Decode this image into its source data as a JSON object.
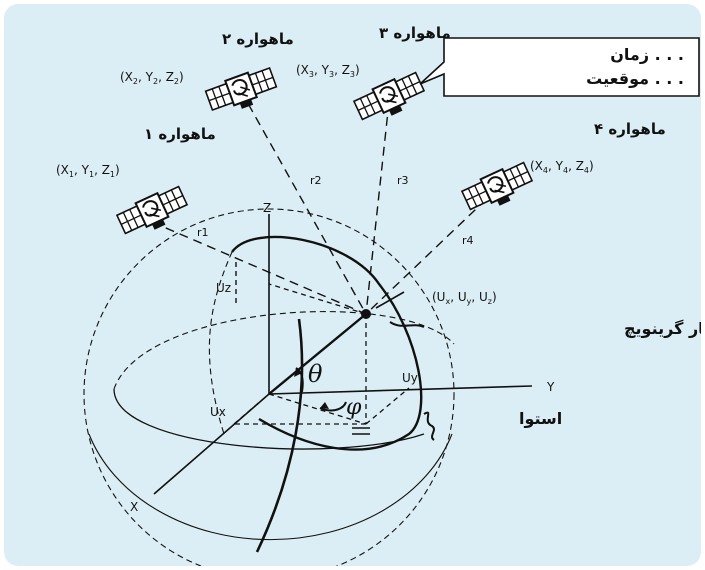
{
  "colors": {
    "background": "#dceef5",
    "ink": "#111111",
    "callout_fill": "#ffffff"
  },
  "satellites": [
    {
      "name": "ماهواره ۱",
      "coords": "(X1, Y1, Z1)",
      "x_sub": "1",
      "y_sub": "1",
      "z_sub": "1",
      "range": "r1",
      "icon": "satellite-icon"
    },
    {
      "name": "ماهواره ۲",
      "coords": "(X2, Y2, Z2)",
      "x_sub": "2",
      "y_sub": "2",
      "z_sub": "2",
      "range": "r2",
      "icon": "satellite-icon"
    },
    {
      "name": "ماهواره ۳",
      "coords": "(X3, Y3, Z3)",
      "x_sub": "3",
      "y_sub": "3",
      "z_sub": "3",
      "range": "r3",
      "icon": "satellite-icon"
    },
    {
      "name": "ماهواره ۴",
      "coords": "(X4, Y4, Z4)",
      "x_sub": "4",
      "y_sub": "4",
      "z_sub": "4",
      "range": "r4",
      "icon": "satellite-icon"
    }
  ],
  "callout": {
    "line1": "زمان . . .",
    "line2": "موقعیت . . ."
  },
  "user_position": {
    "label": "(Ux, Uy, Uz)",
    "ux": "Ux",
    "uy": "Uy",
    "uz": "Uz"
  },
  "axes": {
    "x": "X",
    "y": "Y",
    "z": "Z"
  },
  "angles": {
    "theta": "θ",
    "phi": "φ"
  },
  "labels": {
    "meridian": "نصف‌النهار گرینویچ",
    "equator": "استوا"
  }
}
